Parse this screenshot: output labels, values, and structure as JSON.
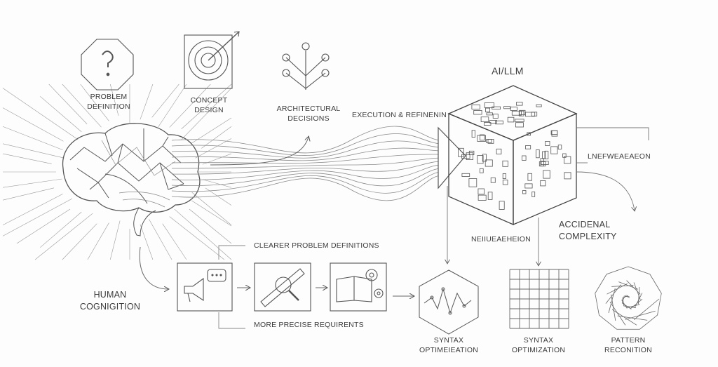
{
  "top_icons": [
    {
      "line1": "Problem",
      "line2": "Definition"
    },
    {
      "line1": "Concept",
      "line2": "Design"
    },
    {
      "line1": "Architectural",
      "line2": "Decisions"
    }
  ],
  "execution_label": "Execution & Refinenin",
  "ai_title": "AI/LLM",
  "side_label": "Lnefweaeaeon",
  "mid_label": "Neiiueaeheion",
  "accidental": {
    "line1": "Accidenal",
    "line2": "Complexity"
  },
  "human": {
    "line1": "Human",
    "line2": "Cognigition"
  },
  "clearer_label": "Clearer Problem Definitions",
  "precise_label": "More Precise Requirents",
  "outputs": [
    {
      "line1": "Syntax",
      "line2": "Optimeieation"
    },
    {
      "line1": "Syntax",
      "line2": "Optimization"
    },
    {
      "line1": "Pattern",
      "line2": "Reconition"
    }
  ]
}
